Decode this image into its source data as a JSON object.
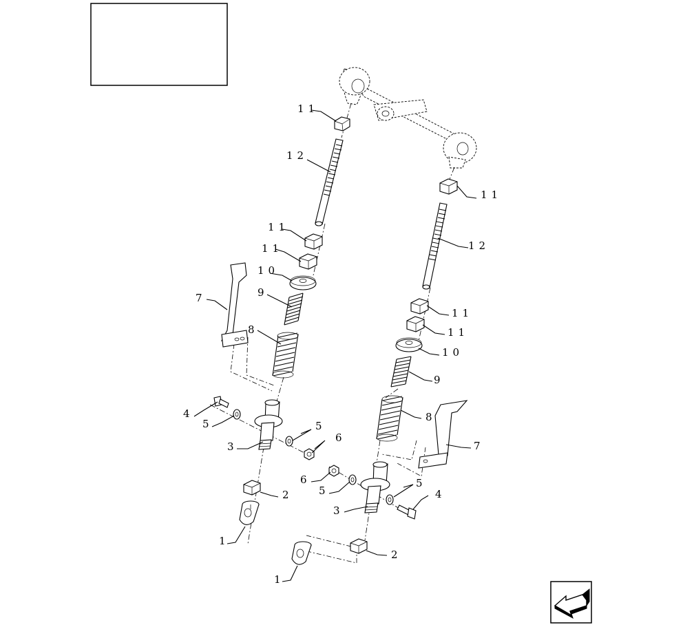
{
  "title_box": {
    "text": ""
  },
  "callouts": {
    "left": {
      "p11a": "11",
      "p12": "12",
      "p11b": "11",
      "p11c": "11",
      "p10": "10",
      "p9": "9",
      "p8": "8",
      "p7": "7",
      "p4": "4",
      "p5a": "5",
      "p5b": "5",
      "p6": "6",
      "p3": "3",
      "p2": "2",
      "p1": "1"
    },
    "right": {
      "p11a": "11",
      "p12": "12",
      "p11b": "11",
      "p11c": "11",
      "p10": "10",
      "p9": "9",
      "p8": "8",
      "p7": "7",
      "p6": "6",
      "p5a": "5",
      "p5b": "5",
      "p4": "4",
      "p3": "3",
      "p2": "2",
      "p1": "1"
    }
  },
  "nav": {
    "icon": "previous-page-arrow-icon"
  }
}
